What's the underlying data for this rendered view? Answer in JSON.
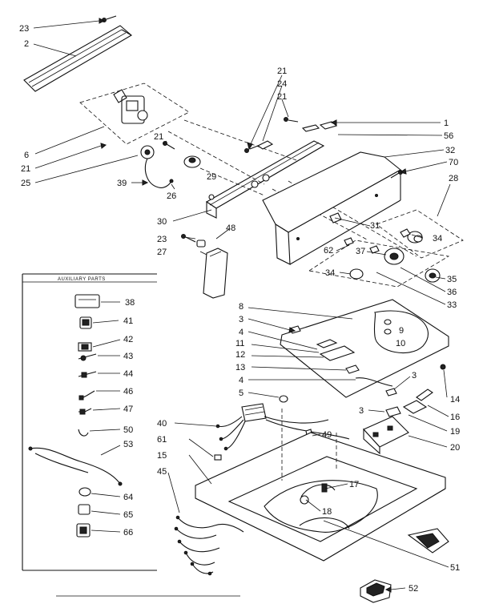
{
  "auxiliary_parts": {
    "title": "AUXILIARY PARTS",
    "items": [
      "38",
      "41",
      "42",
      "43",
      "44",
      "46",
      "47",
      "50",
      "53",
      "64",
      "65",
      "66"
    ]
  },
  "callouts": {
    "c23a": "23",
    "c2": "2",
    "c6": "6",
    "c21a": "21",
    "c25": "25",
    "c39": "39",
    "c21b": "21",
    "c29": "29",
    "c26": "26",
    "c30": "30",
    "c21c": "21",
    "c24": "24",
    "c21d": "21",
    "c1": "1",
    "c56": "56",
    "c32": "32",
    "c70": "70",
    "c28": "28",
    "c23b": "23",
    "c48": "48",
    "c27": "27",
    "c31": "31",
    "c34a": "34",
    "c62": "62",
    "c37": "37",
    "c34b": "34",
    "c35": "35",
    "c36": "36",
    "c33": "33",
    "c8": "8",
    "c3a": "3",
    "c4a": "4",
    "c9": "9",
    "c10": "10",
    "c11": "11",
    "c12": "12",
    "c13": "13",
    "c4b": "4",
    "c5": "5",
    "c3b": "3",
    "c14": "14",
    "c3c": "3",
    "c16": "16",
    "c19": "19",
    "c40": "40",
    "c49": "49",
    "c20": "20",
    "c61": "61",
    "c15": "15",
    "c45": "45",
    "c17": "17",
    "c18": "18",
    "c51": "51",
    "c52": "52"
  }
}
